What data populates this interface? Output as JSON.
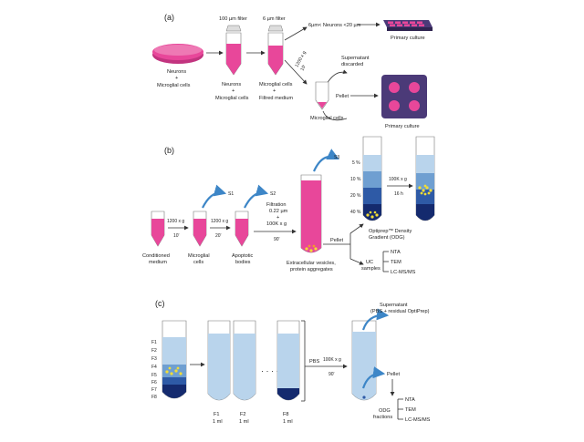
{
  "colors": {
    "pink": "#e8479a",
    "pink_dark": "#c2347f",
    "blue_light": "#b9d4ec",
    "blue_mid": "#6f9fd1",
    "blue_dark": "#2e5aa6",
    "blue_navy": "#142a6e",
    "arrow_blue": "#3d86c7",
    "yellow": "#f2dd36",
    "plate_purple": "#4b3a78"
  },
  "panel_a": {
    "label": "(a)",
    "filter1": "100 µm filter",
    "filter2": "6 µm filter",
    "neurons_lt20": "6µm< Neurons <20 µm",
    "primary_culture_top": "Primary culture",
    "dish_l1": "Neurons",
    "dish_l2": "+",
    "dish_l3": "Microglial cells",
    "tube1_l1": "Neurons",
    "tube1_l2": "+",
    "tube1_l3": "Microglial cells",
    "tube2_l1": "Microglial cells",
    "tube2_l2": "+",
    "tube2_l3": "Filtred medium",
    "speed": "1200 x g",
    "time": "10'",
    "supernatant_l1": "Supernatant",
    "supernatant_l2": "discarded",
    "pellet": "Pellet",
    "microglial": "Microglial cells",
    "primary_culture_bottom": "Primary culture"
  },
  "panel_b": {
    "label": "(b)",
    "conditioned_l1": "Conditioned",
    "conditioned_l2": "medium",
    "speed1": "1200 x g",
    "time1": "10'",
    "microglial_l1": "Microglial",
    "microglial_l2": "cells",
    "s1": "S1",
    "speed2": "1200 x g",
    "time2": "20'",
    "apoptotic_l1": "Apoptotic",
    "apoptotic_l2": "bodies",
    "s2": "S2",
    "filt_l1": "Filtration",
    "filt_l2": "0.22 µm",
    "filt_l3": "+",
    "filt_l4": "100K x g",
    "filt_l5": "90'",
    "ev_l1": "Extracellular vesicles,",
    "ev_l2": "protein aggregates",
    "s3": "S3",
    "pellet": "Pellet",
    "grad": [
      "5 %",
      "10 %",
      "20 %",
      "40 %"
    ],
    "odg_l1": "Optiprep™ Density",
    "odg_l2": "Gradient (ODG)",
    "speed3": "100K x g",
    "time3": "16 h",
    "uc_l1": "UC",
    "uc_l2": "samples",
    "analyses": [
      "NTA",
      "TEM",
      "LC-MS/MS"
    ]
  },
  "panel_c": {
    "label": "(c)",
    "fractions": [
      "F1",
      "F2",
      "F3",
      "F4",
      "F5",
      "F6",
      "F7",
      "F8"
    ],
    "tube_labels": [
      {
        "name": "F1",
        "vol": "1 ml"
      },
      {
        "name": "F2",
        "vol": "1 ml"
      },
      {
        "name": "F8",
        "vol": "1 ml"
      }
    ],
    "dots": "· · · ·",
    "pbs": "PBS",
    "speed": "100K x g",
    "time": "90'",
    "sup_l1": "Supernatant",
    "sup_l2": "(PBS + residual OptiPrep)",
    "pellet": "Pellet",
    "odg_l1": "ODG",
    "odg_l2": "fractions",
    "analyses": [
      "NTA",
      "TEM",
      "LC-MS/MS"
    ]
  }
}
